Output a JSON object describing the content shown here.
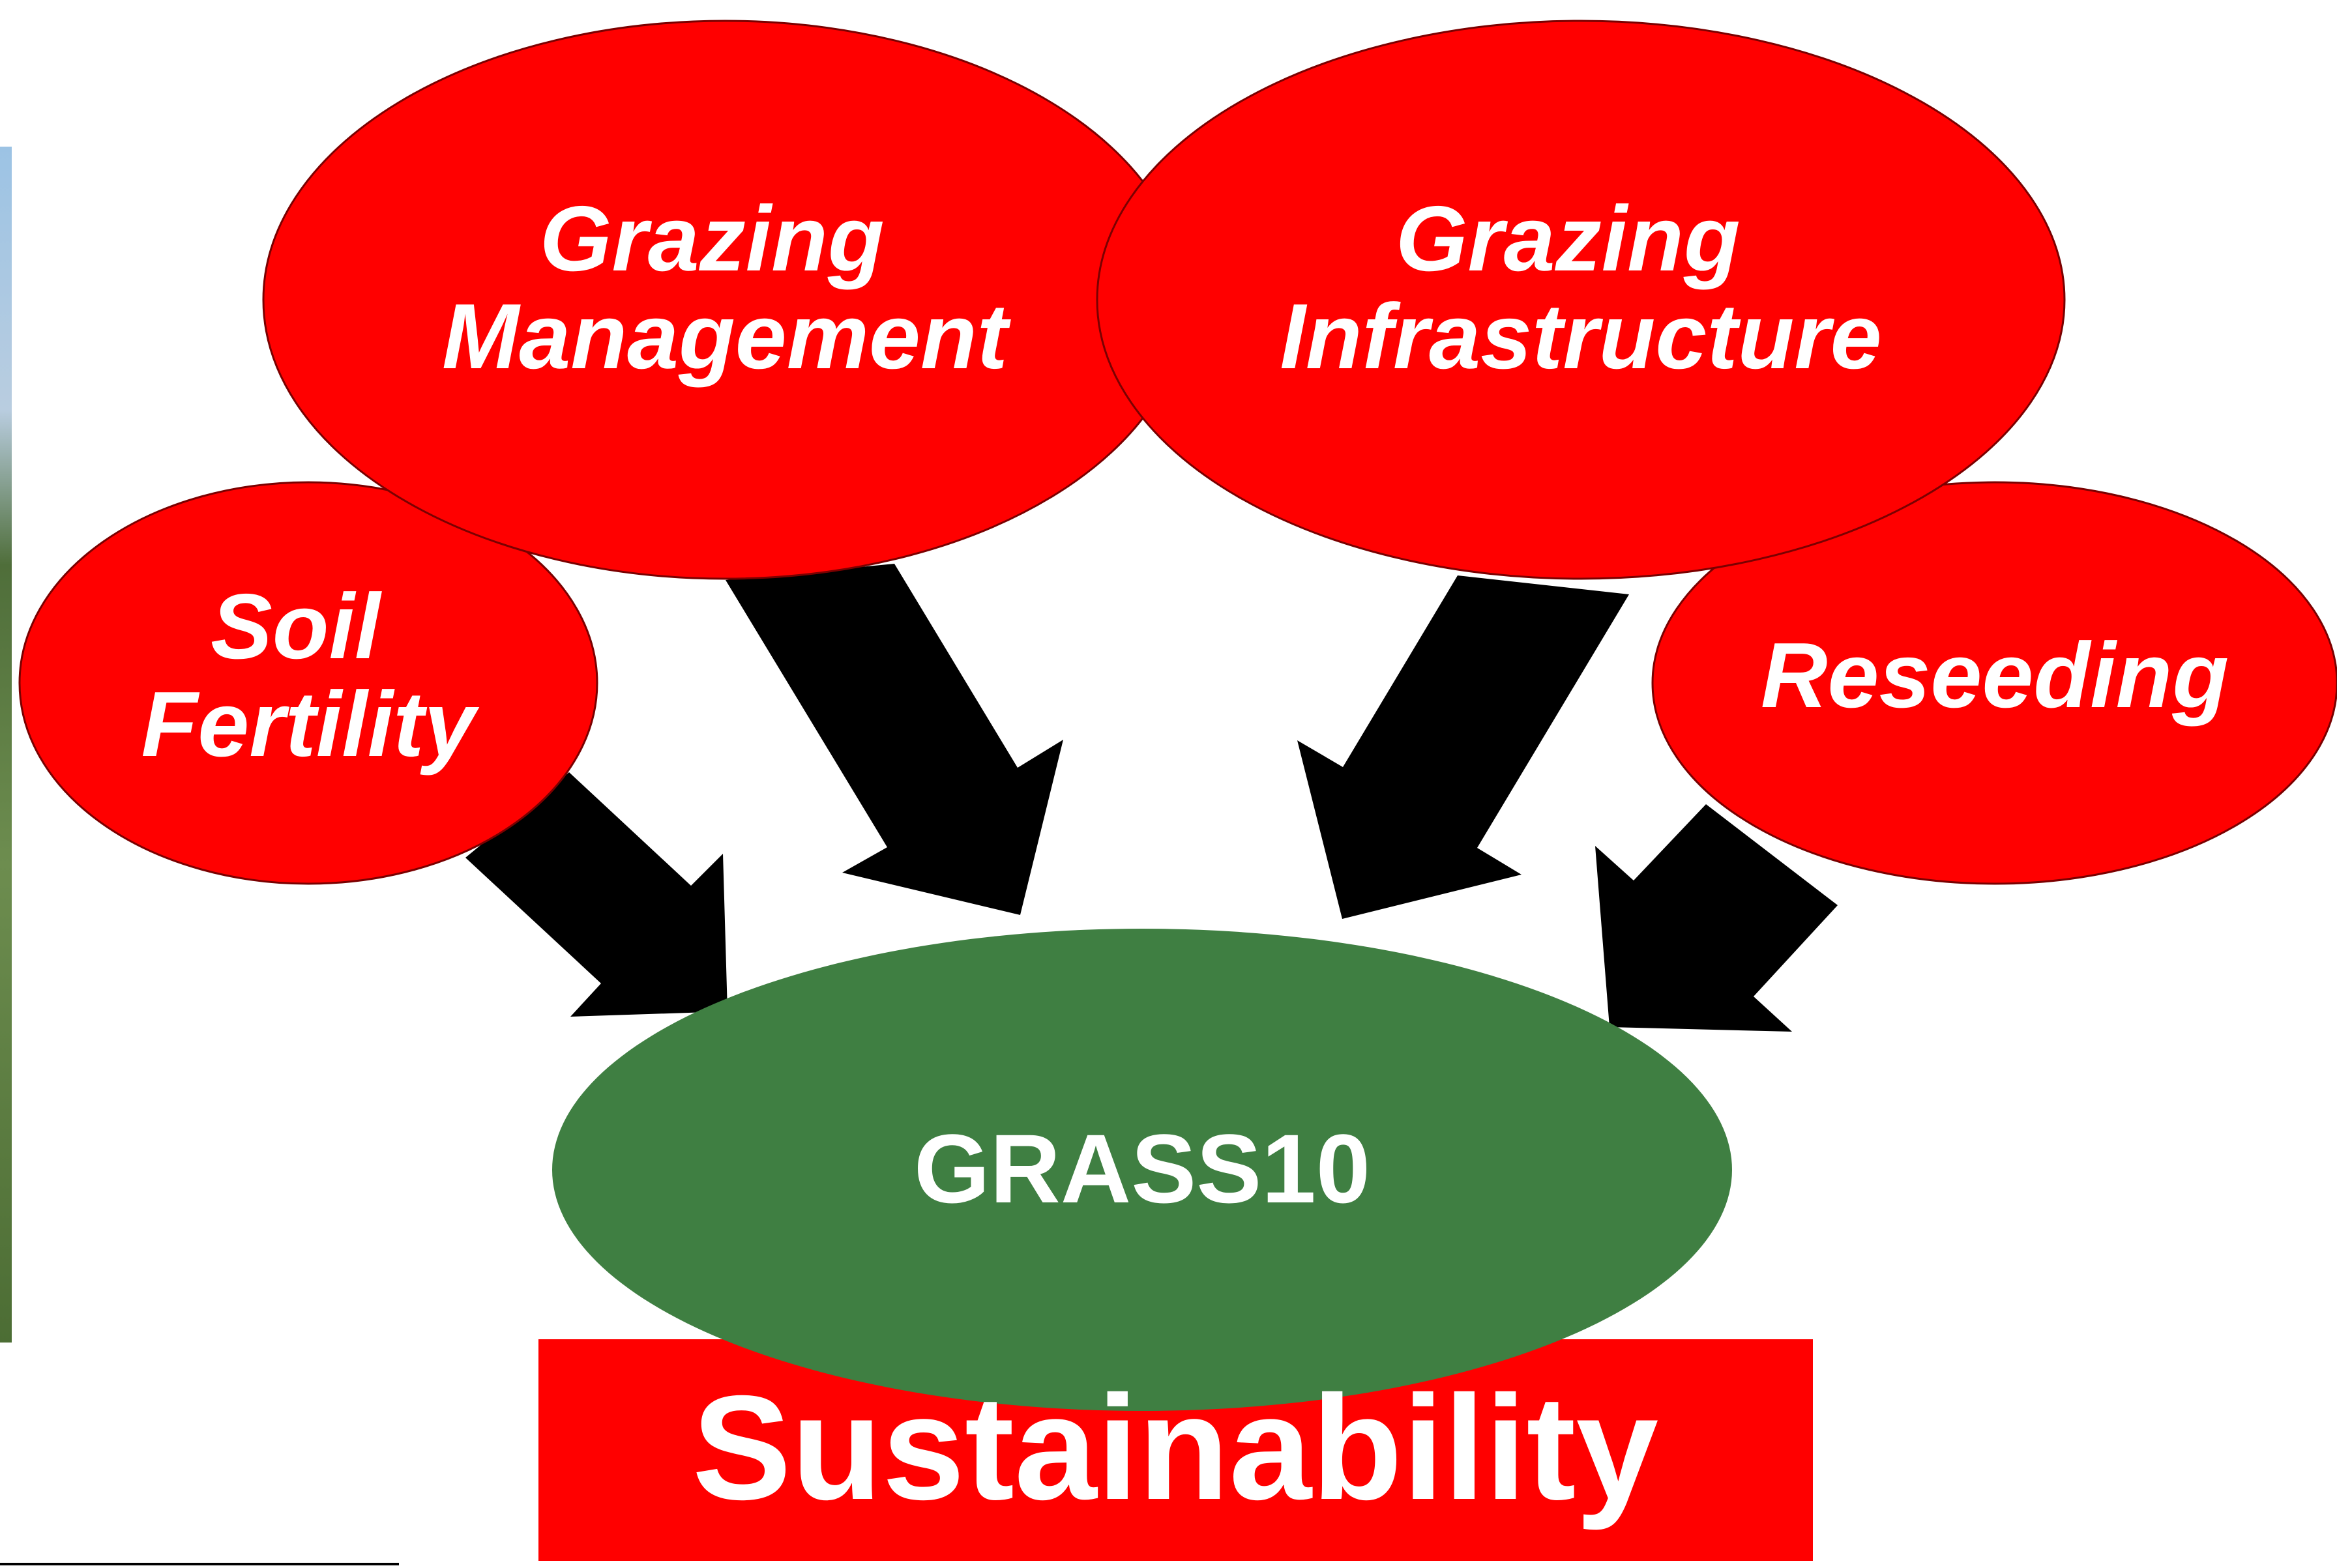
{
  "nodes": {
    "grazing_management": {
      "lines": [
        "Grazing",
        "Management"
      ],
      "color": "#ff0000"
    },
    "grazing_infrastructure": {
      "lines": [
        "Grazing",
        "Infrastructure"
      ],
      "color": "#ff0000"
    },
    "soil_fertility": {
      "lines": [
        "Soil",
        "Fertility"
      ],
      "color": "#ff0000"
    },
    "reseeding": {
      "lines": [
        "Reseeding"
      ],
      "color": "#ff0000"
    },
    "grass10": {
      "label": "GRASS10",
      "color": "#3f7f42"
    },
    "sustainability": {
      "label": "Sustainability",
      "color": "#ff0000"
    }
  },
  "arrow_color": "#000000",
  "edges": [
    {
      "from": "soil_fertility",
      "to": "grass10"
    },
    {
      "from": "grazing_management",
      "to": "grass10"
    },
    {
      "from": "grazing_infrastructure",
      "to": "grass10"
    },
    {
      "from": "reseeding",
      "to": "grass10"
    }
  ]
}
